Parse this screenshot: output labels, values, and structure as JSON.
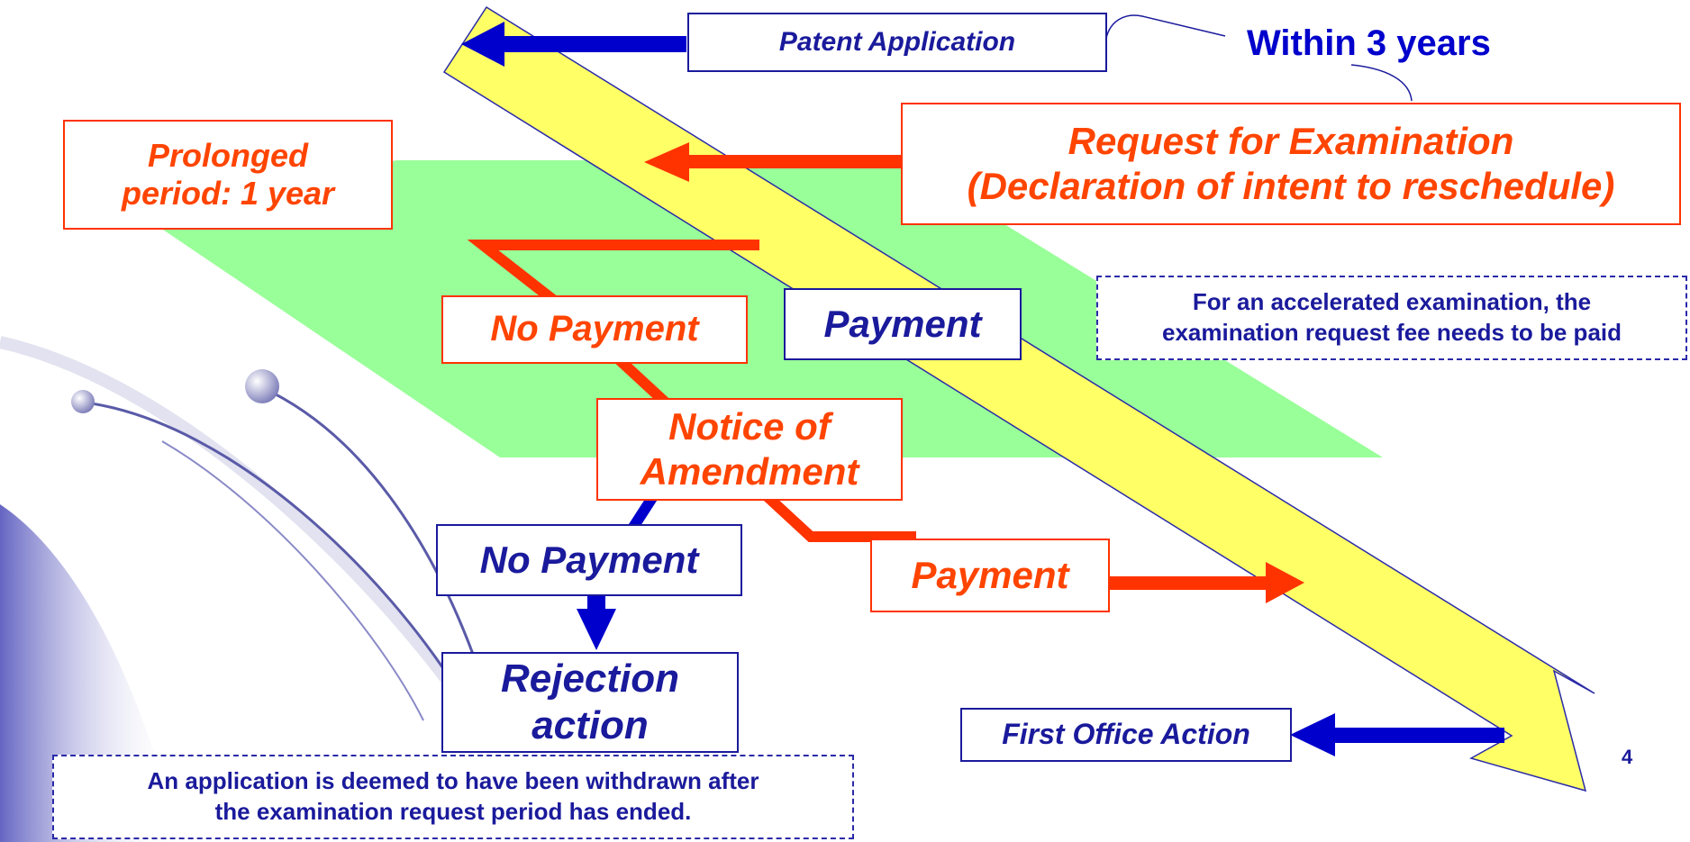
{
  "labels": {
    "patent_application": "Patent Application",
    "within_3_years": "Within 3 years",
    "request_line1": "Request for Examination",
    "request_line2": "(Declaration of intent to reschedule)",
    "prolonged_line1": "Prolonged",
    "prolonged_line2": "period: 1 year",
    "no_payment_red": "No Payment",
    "payment_blue": "Payment",
    "accelerated_line1": "For an accelerated examination, the",
    "accelerated_line2": "examination request fee needs to be paid",
    "notice_line1": "Notice of",
    "notice_line2": "Amendment",
    "no_payment_blue": "No Payment",
    "payment_red": "Payment",
    "rejection_line1": "Rejection",
    "rejection_line2": "action",
    "first_office_action": "First Office Action",
    "withdrawn_line1": "An application is deemed to have been withdrawn after",
    "withdrawn_line2": "the examination request period has ended.",
    "page_number": "4"
  },
  "colors": {
    "timeline_fill": "#ffff66",
    "period_fill": "#99ff99",
    "blue": "#1a1a9c",
    "red": "#ff4400"
  }
}
